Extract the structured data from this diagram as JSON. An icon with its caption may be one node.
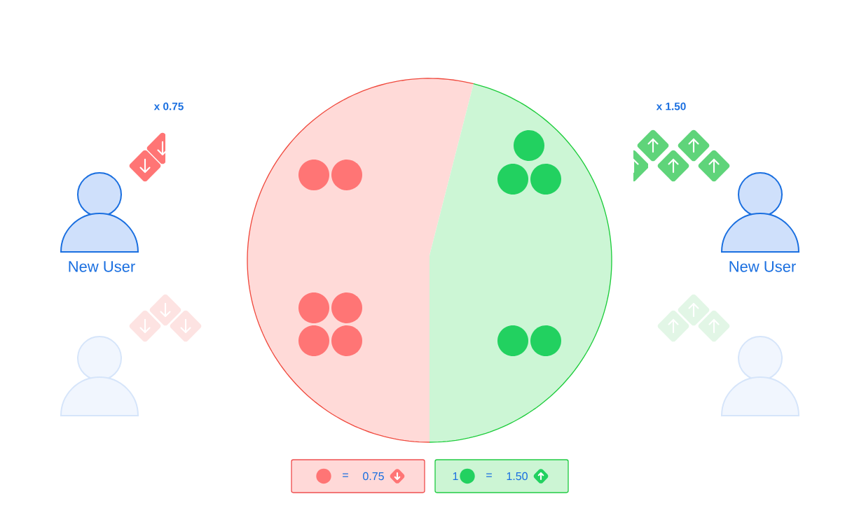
{
  "diagram": {
    "nodes": [
      {
        "text": [
          "New User"
        ]
      },
      {
        "text": [
          "New User"
        ]
      },
      {
        "text": [],
        "shape": "person"
      },
      {
        "text": [],
        "shape": "person"
      },
      {
        "text": [
          "=",
          "0.75"
        ]
      },
      {
        "text": [
          "1",
          "=",
          "1.50"
        ]
      }
    ],
    "labels": [
      "x 0.75",
      "x 1.50"
    ]
  }
}
